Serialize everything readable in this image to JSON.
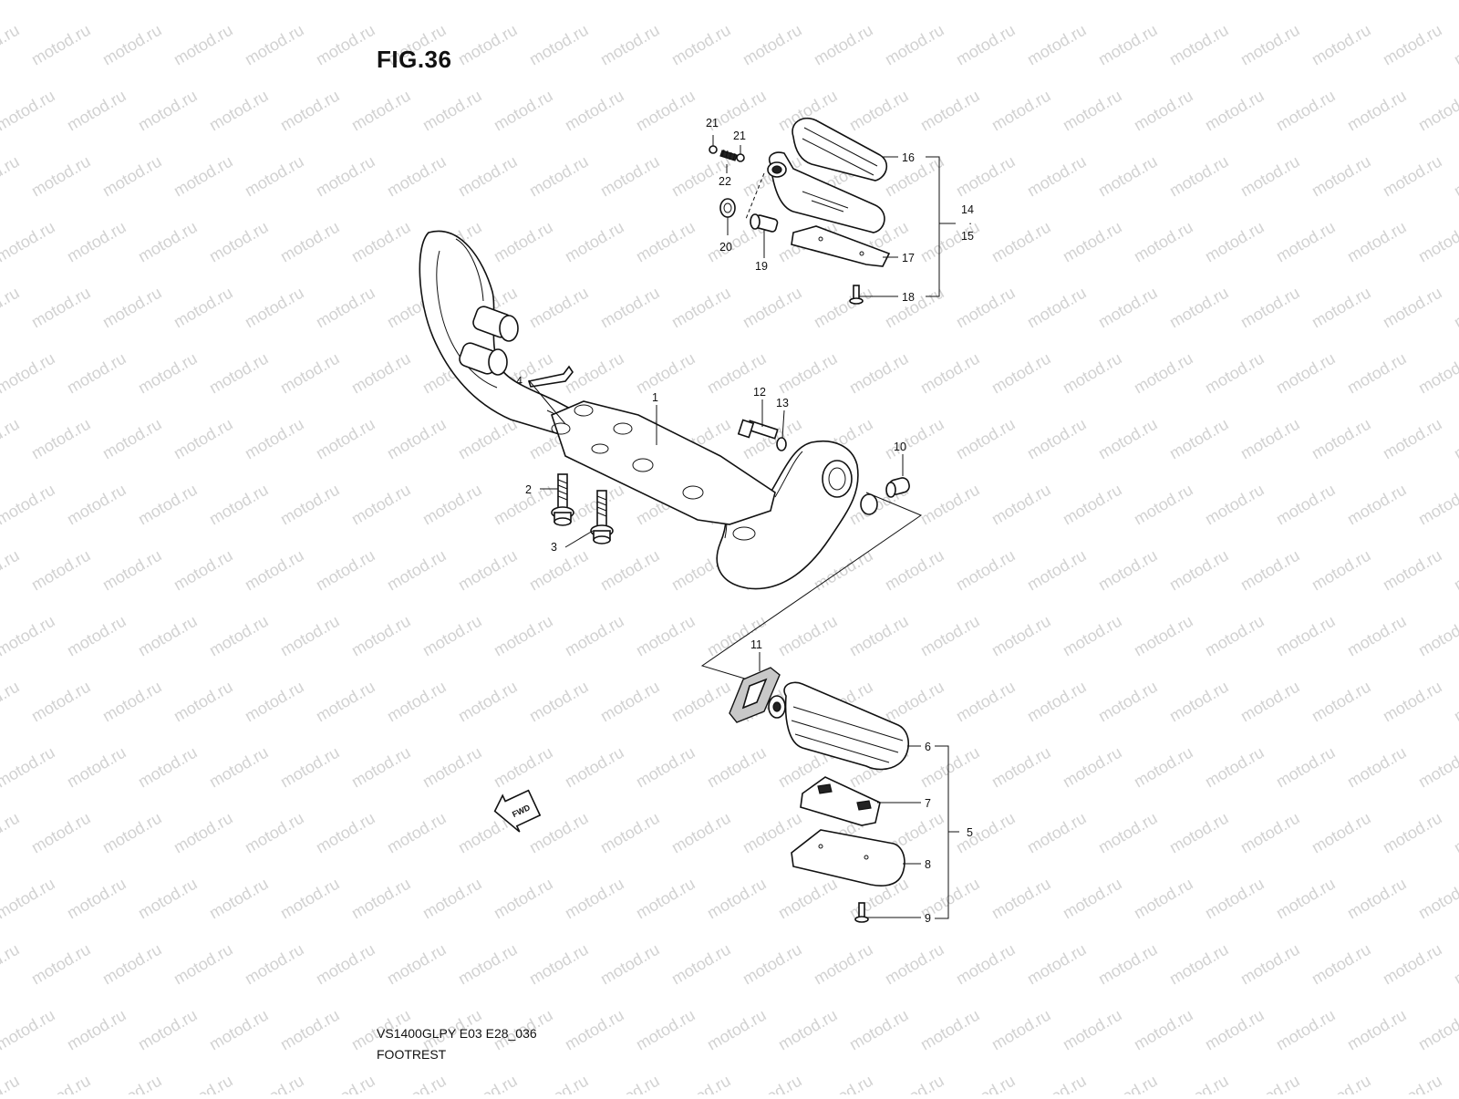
{
  "figure": {
    "title": "FIG.36",
    "model_code": "VS1400GLPY E03 E28_036",
    "section_name": "FOOTREST"
  },
  "watermark": {
    "text": "motod.ru",
    "color": "#d2d2d2"
  },
  "icons": {
    "fwd_arrow_label": "FWD"
  },
  "callouts": {
    "c1": "1",
    "c2": "2",
    "c3": "3",
    "c4": "4",
    "c5": "5",
    "c6": "6",
    "c7": "7",
    "c8": "8",
    "c9": "9",
    "c10": "10",
    "c11": "11",
    "c12": "12",
    "c13": "13",
    "c14": "14",
    "c15": "15",
    "c16": "16",
    "c17": "17",
    "c18": "18",
    "c19": "19",
    "c20": "20",
    "c21a": "21",
    "c21b": "21",
    "c22": "22"
  }
}
